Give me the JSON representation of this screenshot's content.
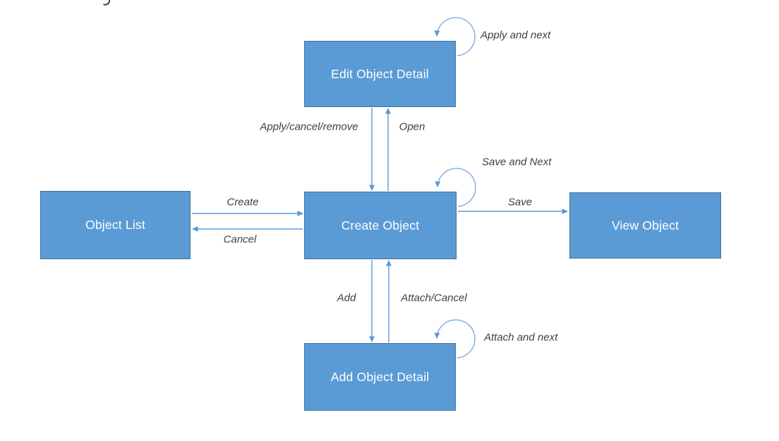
{
  "diagram": {
    "type": "state-diagram",
    "background": "#ffffff",
    "colors": {
      "node_fill": "#5B9BD5",
      "node_border": "#41719C",
      "node_text": "#FFFFFF",
      "arrow": "#5B9BD5",
      "loop_arc": "#7CACDF",
      "label_text": "#3F3F3F"
    },
    "nodes": [
      {
        "id": "edit-object-detail",
        "label": "Edit Object Detail"
      },
      {
        "id": "object-list",
        "label": "Object List"
      },
      {
        "id": "create-object",
        "label": "Create Object"
      },
      {
        "id": "view-object",
        "label": "View Object"
      },
      {
        "id": "add-object-detail",
        "label": "Add Object Detail"
      }
    ],
    "edges": [
      {
        "id": "create",
        "label": "Create",
        "from": "object-list",
        "to": "create-object"
      },
      {
        "id": "cancel",
        "label": "Cancel",
        "from": "create-object",
        "to": "object-list"
      },
      {
        "id": "save",
        "label": "Save",
        "from": "create-object",
        "to": "view-object"
      },
      {
        "id": "apply-cancel-remove",
        "label": "Apply/cancel/remove",
        "from": "edit-object-detail",
        "to": "create-object"
      },
      {
        "id": "open",
        "label": "Open",
        "from": "create-object",
        "to": "edit-object-detail"
      },
      {
        "id": "add",
        "label": "Add",
        "from": "create-object",
        "to": "add-object-detail"
      },
      {
        "id": "attach-cancel",
        "label": "Attach/Cancel",
        "from": "add-object-detail",
        "to": "create-object"
      }
    ],
    "loops": [
      {
        "id": "apply-and-next",
        "label": "Apply and next",
        "on": "edit-object-detail"
      },
      {
        "id": "save-and-next",
        "label": "Save and Next",
        "on": "create-object"
      },
      {
        "id": "attach-and-next",
        "label": "Attach and next",
        "on": "add-object-detail"
      }
    ],
    "artifacts": {
      "top_edge_fragment": "partial letter descender cut off at top edge"
    }
  }
}
